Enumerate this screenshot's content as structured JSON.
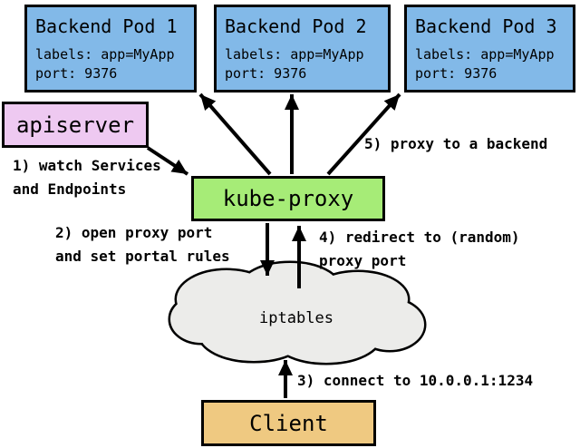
{
  "diagram": {
    "title_semantic": "kube-proxy userspace proxy-mode diagram",
    "pods": [
      {
        "title": "Backend Pod 1",
        "labels_line": "labels: app=MyApp",
        "port_line": "port: 9376"
      },
      {
        "title": "Backend Pod 2",
        "labels_line": "labels: app=MyApp",
        "port_line": "port: 9376"
      },
      {
        "title": "Backend Pod 3",
        "labels_line": "labels: app=MyApp",
        "port_line": "port: 9376"
      }
    ],
    "apiserver": {
      "label": "apiserver"
    },
    "kube_proxy": {
      "label": "kube-proxy"
    },
    "iptables_cloud": {
      "label": "iptables"
    },
    "client": {
      "label": "Client"
    },
    "annotations": {
      "step1": "1) watch Services\nand Endpoints",
      "step2": "2) open proxy port\nand set portal rules",
      "step3": "3) connect to 10.0.0.1:1234",
      "step4": "4) redirect to (random)\nproxy port",
      "step5": "5) proxy to a backend"
    },
    "colors": {
      "pod_fill": "#82B9E8",
      "apiserver_fill": "#EEC9F1",
      "kube_proxy_fill": "#A6EC77",
      "client_fill": "#EFC981",
      "cloud_fill": "#ECECEA",
      "stroke": "#000000",
      "background": "#FFFFFF"
    }
  }
}
